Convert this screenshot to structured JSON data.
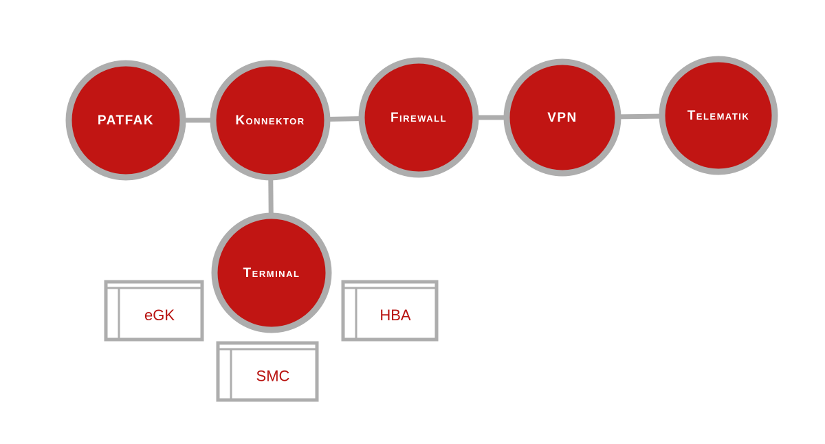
{
  "colors": {
    "node_fill": "#c11513",
    "ring": "#adadad",
    "card_text": "#b8120f",
    "node_text": "#ffffff"
  },
  "nodes": [
    {
      "id": "patfak",
      "label": "PATFAK"
    },
    {
      "id": "konnektor",
      "label": "Konnektor"
    },
    {
      "id": "firewall",
      "label": "Firewall"
    },
    {
      "id": "vpn",
      "label": "VPN"
    },
    {
      "id": "telematik",
      "label": "Telematik"
    },
    {
      "id": "terminal",
      "label": "Terminal"
    }
  ],
  "links": [
    [
      "patfak",
      "konnektor"
    ],
    [
      "konnektor",
      "firewall"
    ],
    [
      "firewall",
      "vpn"
    ],
    [
      "vpn",
      "telematik"
    ],
    [
      "konnektor",
      "terminal"
    ]
  ],
  "cards": [
    {
      "id": "egk",
      "label": "eGK"
    },
    {
      "id": "hba",
      "label": "HBA"
    },
    {
      "id": "smc",
      "label": "SMC"
    }
  ]
}
